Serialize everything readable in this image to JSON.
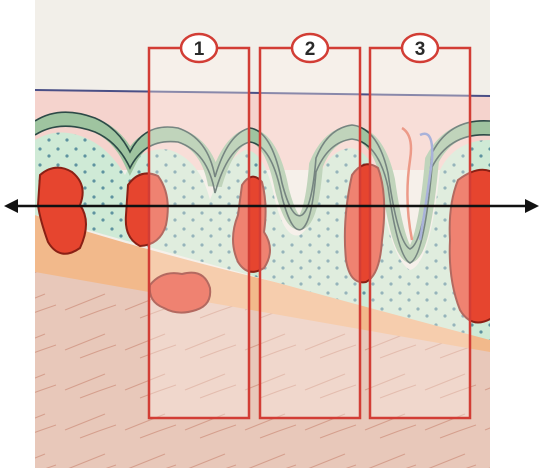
{
  "figure": {
    "panels": [
      {
        "label": "1"
      },
      {
        "label": "2"
      },
      {
        "label": "3"
      }
    ],
    "colors": {
      "paper": "#f2efe9",
      "skin_outer": "#f3e3dc",
      "skin_pink": "#f5d3cd",
      "dermis_light": "#f7dcd0",
      "epithelium_green": "#9fc4a0",
      "mucosa_mint": "#cfead6",
      "speckle": "#5f93a0",
      "orange_band": "#f2b98b",
      "deep_tissue": "#e8c8ba",
      "lesion_red": "#e6452f",
      "lesion_outline": "#8a2015",
      "panel_frame": "#d23d35",
      "panel_fill": "#fff3ee",
      "axis_line": "#111111",
      "surface_line": "#4a4f86",
      "nerve_blue": "#7b8fd0",
      "nerve_red": "#e26b52"
    },
    "icons": {
      "axis_arrows": "double-headed-arrow"
    }
  }
}
